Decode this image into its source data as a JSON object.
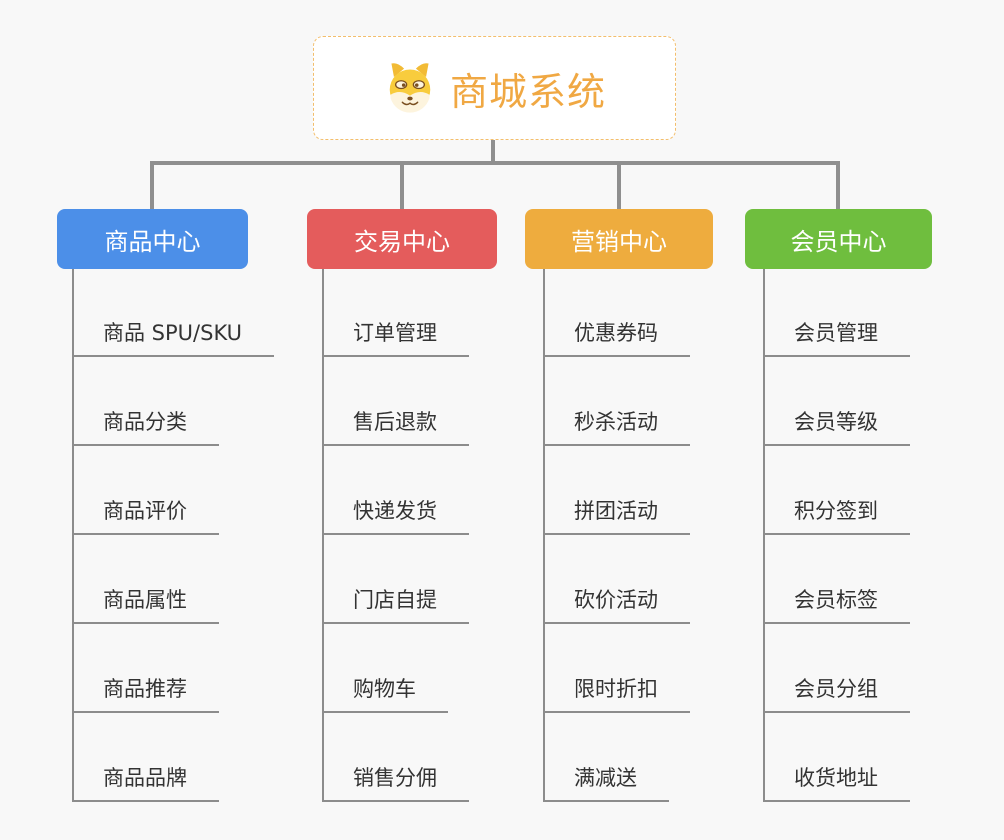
{
  "root": {
    "title": "商城系统",
    "icon": "doge-icon",
    "title_color": "#f0a843",
    "border_color": "#f3be6c"
  },
  "connector_color": "#8f8f8f",
  "branches": [
    {
      "id": "product-center",
      "label": "商品中心",
      "color": "#4c8fe8",
      "items": [
        "商品 SPU/SKU",
        "商品分类",
        "商品评价",
        "商品属性",
        "商品推荐",
        "商品品牌"
      ]
    },
    {
      "id": "trade-center",
      "label": "交易中心",
      "color": "#e45c5c",
      "items": [
        "订单管理",
        "售后退款",
        "快递发货",
        "门店自提",
        "购物车",
        "销售分佣"
      ]
    },
    {
      "id": "marketing-center",
      "label": "营销中心",
      "color": "#eeac3e",
      "items": [
        "优惠券码",
        "秒杀活动",
        "拼团活动",
        "砍价活动",
        "限时折扣",
        "满减送"
      ]
    },
    {
      "id": "member-center",
      "label": "会员中心",
      "color": "#6fbe3e",
      "items": [
        "会员管理",
        "会员等级",
        "积分签到",
        "会员标签",
        "会员分组",
        "收货地址"
      ]
    }
  ]
}
